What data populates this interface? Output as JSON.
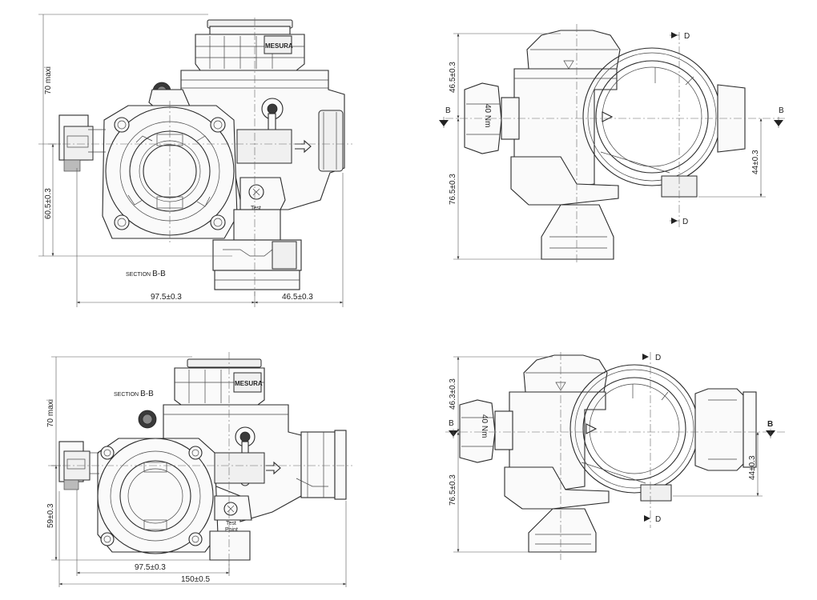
{
  "views": [
    {
      "id": "top-left",
      "section_label": "SECTION B-B",
      "brand": "MESURA",
      "test_point_text": "Test\nPoint",
      "dims": {
        "height_overall": "70 maxi",
        "height_inlet": "60.5±0.3",
        "width_left": "97.5±0.3",
        "width_right": "46.5±0.3"
      }
    },
    {
      "id": "top-right",
      "torque": "40 Nm",
      "section_marker": "B",
      "view_marker": "D",
      "dims": {
        "upper": "46.5±0.3",
        "lower": "76.5±0.3",
        "outlet": "44±0.3"
      }
    },
    {
      "id": "bottom-left",
      "section_label": "SECTION B-B",
      "brand": "MESURA",
      "test_point_text": "Test\nPoint",
      "dims": {
        "height_overall": "70 maxi",
        "height_inlet": "59±0.3",
        "width_left": "97.5±0.3",
        "width_total": "150±0.5"
      }
    },
    {
      "id": "bottom-right",
      "torque": "40 Nm",
      "section_marker": "B",
      "view_marker": "D",
      "dims": {
        "upper": "46.3±0.3",
        "lower": "76.5±0.3",
        "outlet": "44±0.3"
      }
    }
  ]
}
